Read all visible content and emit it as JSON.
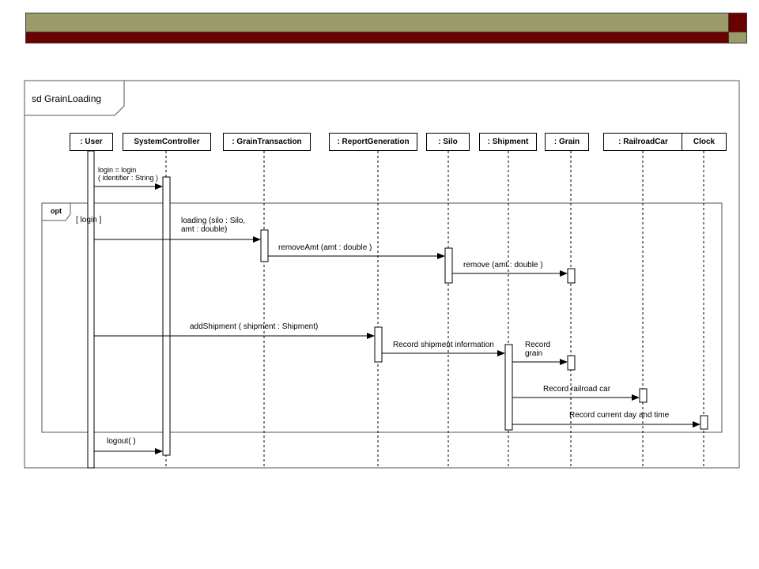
{
  "colors": {
    "olive": "#9b9b69",
    "maroon": "#6b0000"
  },
  "frame": {
    "title": "sd GrainLoading"
  },
  "lifelines": [
    {
      "label": ": User"
    },
    {
      "label": "SystemController"
    },
    {
      "label": ": GrainTransaction"
    },
    {
      "label": ": ReportGeneration"
    },
    {
      "label": ": Silo"
    },
    {
      "label": ": Shipment"
    },
    {
      "label": ": Grain"
    },
    {
      "label": ": RailroadCar"
    },
    {
      "label": "Clock"
    }
  ],
  "fragment": {
    "operator": "opt",
    "guard": "[ login ]"
  },
  "messages": [
    {
      "text": "login = login\n( identifier : String )"
    },
    {
      "text": "loading (silo : Silo,\n     amt : double)"
    },
    {
      "text": "removeAmt (amt : double )"
    },
    {
      "text": "remove (amt : double )"
    },
    {
      "text": "addShipment ( shipment : Shipment)"
    },
    {
      "text": "Record shipment information"
    },
    {
      "text": "Record\ngrain"
    },
    {
      "text": "Record railroad car"
    },
    {
      "text": "Record current day and time"
    },
    {
      "text": "logout( )"
    }
  ]
}
